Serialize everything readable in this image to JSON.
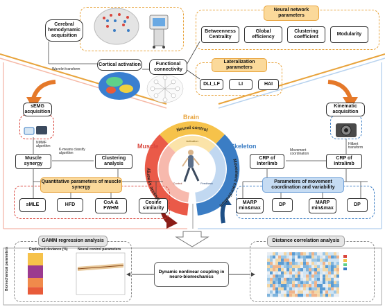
{
  "top": {
    "cerebral_acq": "Cerebral hemodynamic acquisition",
    "wavelet": "Wavelet transform",
    "cortical_activation": "Cortical activation",
    "functional_connectivity": "Functional connectivity",
    "neural_network_params": "Neural network parameters",
    "nn_items": [
      "Betweenness Centrality",
      "Global efficiency",
      "Clustering coefficient",
      "Modularity"
    ],
    "lateralization_params": "Lateralization parameters",
    "lat_items": [
      "DLI_LF",
      "LI",
      "HAI"
    ]
  },
  "muscle": {
    "section": "Muscle",
    "semg_acq": "sEMG acquisition",
    "nmmf": "NMMF algorithm",
    "kmeans": "K-means classify algorithm",
    "muscle_synergy": "Muscle synergy",
    "clustering": "Clustering analysis",
    "quant_params": "Quantitative parameters of muscle synergy",
    "items": [
      "sMLE",
      "HFD",
      "CoA & FWHM",
      "Cosine similarity"
    ]
  },
  "brain": {
    "section": "Brain",
    "neural_control": "Neural control",
    "muscle_synergy_ring": "Muscle synergy",
    "movement_coord_ring": "Movement coordination",
    "activation": "Activation",
    "control": "Control",
    "feedback": "Feedback"
  },
  "skeleton": {
    "section": "Skeleton",
    "kinematic_acq": "Kinematic acquisition",
    "hilbert": "Hilbert transform",
    "movement_coord": "Movement coordination",
    "crp_interlimb": "CRP of Interlimb",
    "crp_intralimb": "CRP of Intralimb",
    "params": "Parameters of movement coordination and variability",
    "items": [
      "MARP min&max",
      "DP",
      "MARP min&max",
      "DP"
    ]
  },
  "bottom": {
    "gamm": "GAMM regression analysis",
    "distance_corr": "Distance correlation analysis",
    "center": "Dynamic nonlinear coupling in neuro-biomechanics",
    "explained_deviance": "Explained deviance (%)",
    "neural_control_params": "Neural control parameters",
    "biomech_params": "Biomechanical parameters"
  },
  "chart_data": {
    "type": "bar",
    "title": "Explained deviance (%)",
    "categories": [
      ""
    ],
    "series": [
      {
        "values": [
          18
        ]
      },
      {
        "values": [
          22
        ]
      },
      {
        "values": [
          30
        ]
      },
      {
        "values": [
          30
        ]
      }
    ]
  },
  "colors": {
    "orange": "#e8a33b",
    "red": "#d9453c",
    "blue": "#3b7dc4",
    "gray": "#888888"
  }
}
